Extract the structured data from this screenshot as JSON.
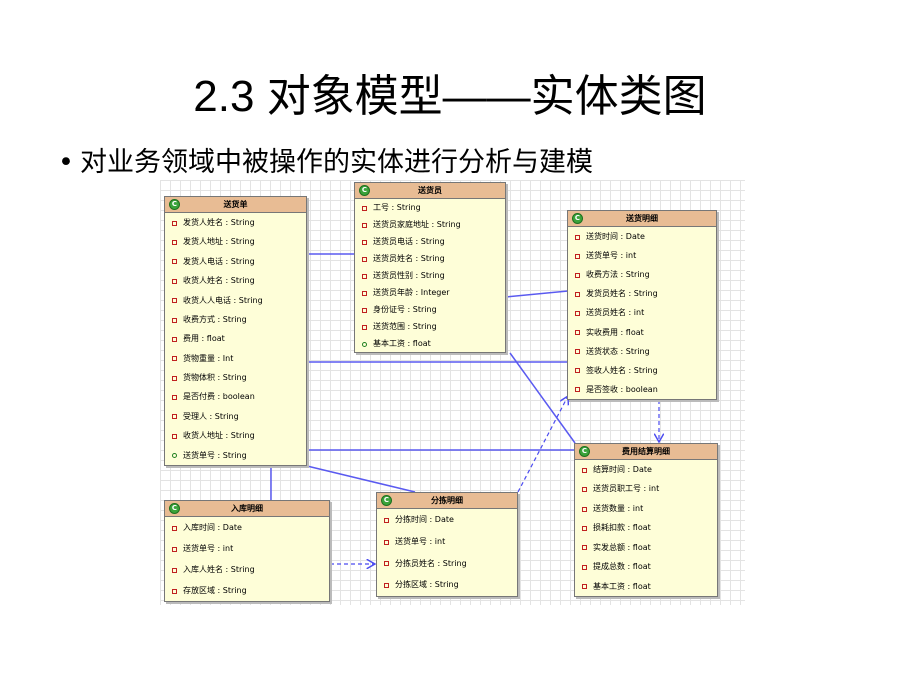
{
  "slide": {
    "title": "2.3 对象模型——实体类图",
    "bullet_text": "对业务领域中被操作的实体进行分析与建模"
  },
  "class_icon_letter": "C",
  "classes": {
    "delivery_order": {
      "name": "送货单",
      "attributes": [
        "发货人姓名 : String",
        "发货人地址 : String",
        "发货人电话 : String",
        "收货人姓名 : String",
        "收货人人电话 : String",
        "收费方式 : String",
        "费用 : float",
        "货物重量 : Int",
        "货物体积 : String",
        "是否付费 : boolean",
        "受理人 : String",
        "收货人地址 : String",
        "送货单号 : String"
      ]
    },
    "courier": {
      "name": "送货员",
      "attributes": [
        "工号 : String",
        "送货员家庭地址 : String",
        "送货员电话 : String",
        "送货员姓名 : String",
        "送货员性别 : String",
        "送货员年龄 : Integer",
        "身份证号 : String",
        "送货范围 : String",
        "基本工资 : float"
      ]
    },
    "delivery_detail": {
      "name": "送货明细",
      "attributes": [
        "送货时间 : Date",
        "送货单号 : int",
        "收费方法 : String",
        "发货员姓名 : String",
        "送货员姓名 : int",
        "实收费用 : float",
        "送货状态 : String",
        "签收人姓名 : String",
        "是否签收 : boolean"
      ]
    },
    "fee_settlement": {
      "name": "费用结算明细",
      "attributes": [
        "结算时间 : Date",
        "送货员职工号 : int",
        "送货数量 : int",
        "损耗扣款 : float",
        "实发总额 : float",
        "提成总数 : float",
        "基本工资 : float"
      ]
    },
    "warehouse_in": {
      "name": "入库明细",
      "attributes": [
        "入库时间 : Date",
        "送货单号 : int",
        "入库人姓名 : String",
        "存放区域 : String"
      ]
    },
    "sorting_detail": {
      "name": "分拣明细",
      "attributes": [
        "分拣时间 : Date",
        "送货单号 : int",
        "分拣员姓名 : String",
        "分拣区域 : String"
      ]
    }
  }
}
